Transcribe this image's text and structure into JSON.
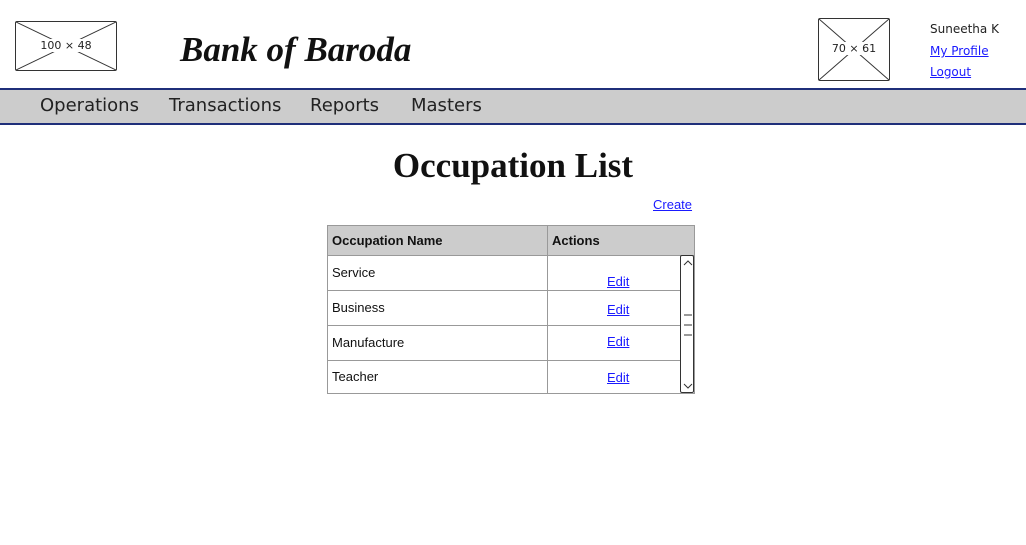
{
  "header": {
    "logo_placeholder": "100 × 48",
    "brand": "Bank of Baroda",
    "avatar_placeholder": "70 × 61",
    "user_name": "Suneetha K",
    "my_profile": "My Profile",
    "logout": "Logout"
  },
  "nav": {
    "items": [
      "Operations",
      "Transactions",
      "Reports",
      "Masters"
    ]
  },
  "main": {
    "title": "Occupation List",
    "create": "Create",
    "table": {
      "columns": [
        "Occupation Name",
        "Actions"
      ],
      "rows": [
        {
          "name": "Service",
          "action": "Edit"
        },
        {
          "name": "Business",
          "action": "Edit"
        },
        {
          "name": "Manufacture",
          "action": "Edit"
        },
        {
          "name": "Teacher",
          "action": "Edit"
        }
      ]
    }
  },
  "colors": {
    "nav_background": "#cccccc",
    "nav_border": "#1f2f7a",
    "link": "#1a1aff",
    "table_header": "#cccccc"
  }
}
